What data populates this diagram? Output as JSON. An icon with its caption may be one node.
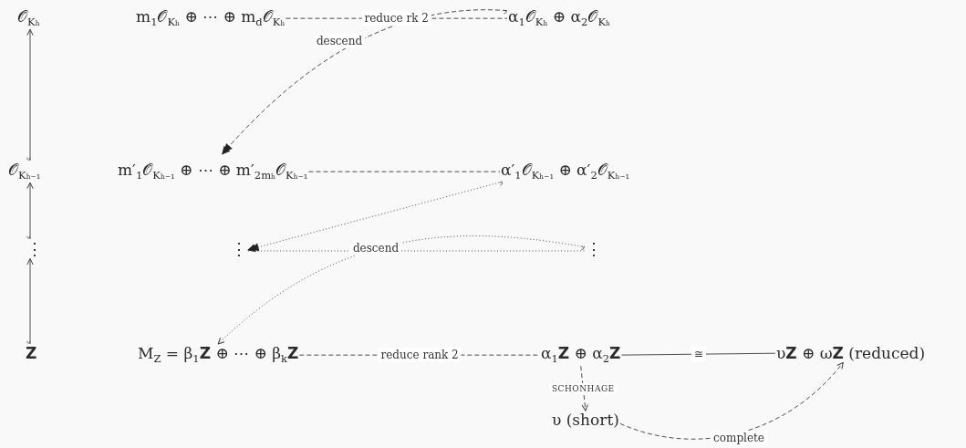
{
  "diagram": {
    "nodes": [
      {
        "text": [
          "𝒪$_{Kₕ}$"
        ]
      },
      {
        "text": [
          "m$_{1}$𝒪$_{Kₕ}$ ⊕ ⋯ ⊕ m$_{d}$𝒪$_{Kₕ}$"
        ]
      },
      {
        "text": [
          "α$_{1}$𝒪$_{Kₕ}$ ⊕ α$_{2}$𝒪$_{Kₕ}$"
        ]
      },
      {
        "text": [
          "𝒪$_{Kₕ₋₁}$"
        ]
      },
      {
        "text": [
          "m′$_{1}$𝒪$_{Kₕ₋₁}$ ⊕ ⋯ ⊕ m′$_{2mₕ}$𝒪$_{Kₕ₋₁}$"
        ]
      },
      {
        "text": [
          "α′$_{1}$𝒪$_{Kₕ₋₁}$ ⊕ α′$_{2}$𝒪$_{Kₕ₋₁}$"
        ]
      },
      {
        "text": [
          "⋮"
        ]
      },
      {
        "text": [
          "⋮"
        ]
      },
      {
        "text": [
          "⋮"
        ]
      },
      {
        "text": [
          "Z"
        ]
      },
      {
        "text": [
          "M$_{Z}$ = β$_{1}$**Z** ⊕ ⋯ ⊕ β$_{k}$**Z**"
        ]
      },
      {
        "text": [
          "α$_{1}$**Z** ⊕ α$_{2}$**Z**"
        ]
      },
      {
        "text": [
          "υ**Z** ⊕ ω**Z** (reduced)"
        ]
      },
      {
        "text": [
          "υ (short)"
        ]
      }
    ],
    "edges": [
      {
        "from": 9,
        "to": 6,
        "arrow": "to"
      },
      {
        "from": 6,
        "to": 3,
        "arrow": "to"
      },
      {
        "from": 3,
        "to": 0,
        "arrow": "to"
      },
      {
        "from": 1,
        "to": 2,
        "arrow": "none",
        "label": "reduce rk 2",
        "style": "dashed"
      },
      {
        "from": 2,
        "to": 4,
        "arrow": "to",
        "label": "descend",
        "style": "dashed"
      },
      {
        "from": 4,
        "to": 5,
        "arrow": "none",
        "style": "dashed"
      },
      {
        "from": 5,
        "to": 7,
        "arrow": "to",
        "style": "dashed"
      },
      {
        "from": 7,
        "to": 8,
        "arrow": "none",
        "style": "dashed"
      },
      {
        "from": 8,
        "to": 10,
        "arrow": "to",
        "label": "descend",
        "style": "dashed"
      },
      {
        "from": 10,
        "to": 11,
        "arrow": "none",
        "label": "reduce rank 2",
        "style": "dashed"
      },
      {
        "from": 11,
        "to": 12,
        "arrow": "none",
        "label": "≅"
      },
      {
        "from": 11,
        "to": 13,
        "arrow": "to",
        "label": "SCHONHAGE",
        "style": "dashed"
      },
      {
        "from": 13,
        "to": 12,
        "arrow": "to",
        "label": "complete",
        "style": "dashed"
      }
    ]
  }
}
